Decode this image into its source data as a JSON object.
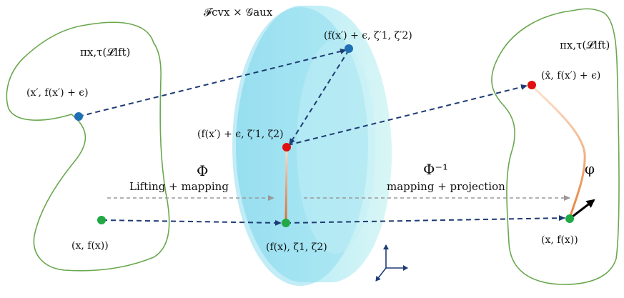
{
  "top_label": "𝓕cvx × 𝒢aux",
  "left_region_label": "πx,τ(𝓛lft)",
  "right_region_label": "πx,τ(𝓛lft)",
  "points": {
    "left_top": "(x′, f(x′) + ϵ)",
    "left_bottom": "(x, f(x))",
    "center_top": "(f(x′) + ϵ, ζ′1, ζ′2)",
    "center_mid": "(f(x′) + ϵ, ζ′1, ζ2)",
    "center_bottom": "(f(x), ζ1, ζ2)",
    "right_top": "(x̂, f(x′) + ϵ)",
    "right_bottom": "(x, f(x))"
  },
  "phi": {
    "symbol": "Φ",
    "caption": "Lifting + mapping"
  },
  "phi_inv": {
    "symbol": "Φ⁻¹",
    "caption": "mapping + projection"
  },
  "varphi": "φ",
  "colors": {
    "region_outline": "#6aa84f",
    "arrow": "#1f3b73",
    "point_blue": "#1f6fb5",
    "point_red": "#e01010",
    "point_green": "#22a845",
    "curve": "#e8823a",
    "solid_fill": "#aee8f3"
  }
}
